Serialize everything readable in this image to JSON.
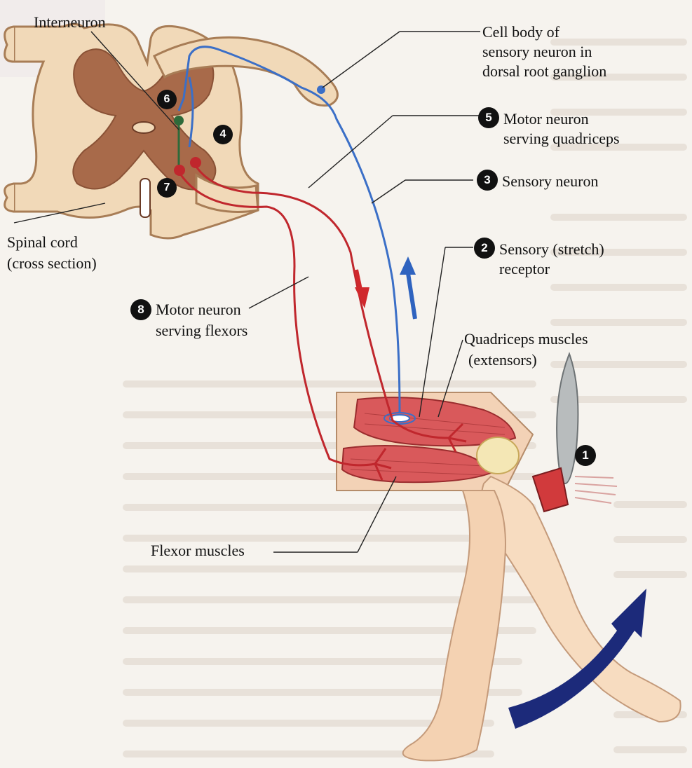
{
  "labels": {
    "interneuron": "Interneuron",
    "cell_body_1": "Cell body of",
    "cell_body_2": "sensory neuron in",
    "cell_body_3": "dorsal root ganglion",
    "motor_quad_1": "Motor neuron",
    "motor_quad_2": "serving quadriceps",
    "sensory_neuron": "Sensory neuron",
    "stretch_1": "Sensory (stretch)",
    "stretch_2": "receptor",
    "spinal_1": "Spinal cord",
    "spinal_2": "(cross section)",
    "motor_flex_1": "Motor neuron",
    "motor_flex_2": "serving flexors",
    "quad_1": "Quadriceps muscles",
    "quad_2": "(extensors)",
    "flexor": "Flexor muscles"
  },
  "markers": {
    "m1": "1",
    "m2": "2",
    "m3": "3",
    "m4": "4",
    "m5": "5",
    "m6": "6",
    "m7": "7",
    "m8": "8"
  },
  "colors": {
    "sensory": "#3b6fc7",
    "motor": "#c0272d",
    "arrow_swing": "#1c2a7a",
    "grey_matter": "#a86a4a",
    "white_matter": "#f1d9b8",
    "skin": "#f7dcc0",
    "muscle": "#d9595b"
  }
}
